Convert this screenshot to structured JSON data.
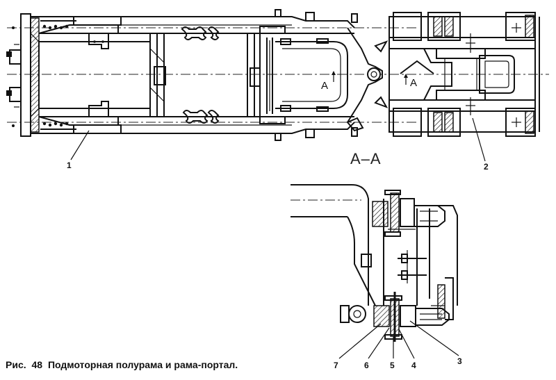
{
  "caption": {
    "prefix": "Рис.",
    "number": "48",
    "title": "Подмоторная полурама и рама-портал."
  },
  "section_label": "А–А",
  "view_marks": {
    "left": "А",
    "right": "А"
  },
  "callouts": [
    "1",
    "2",
    "3",
    "4",
    "5",
    "6",
    "7"
  ]
}
